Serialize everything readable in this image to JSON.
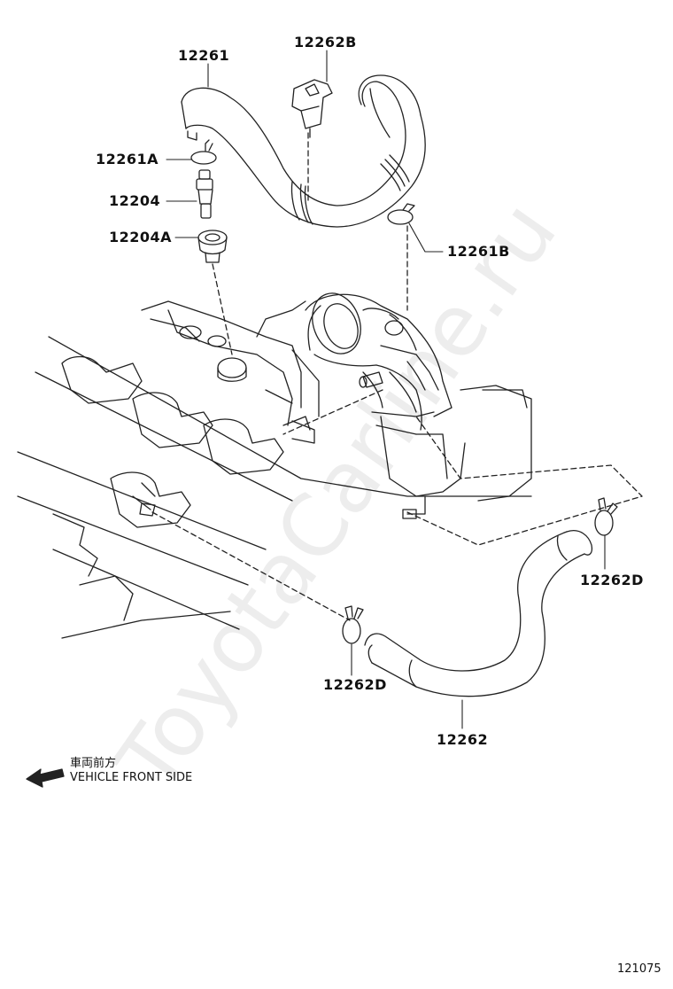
{
  "watermark": "ToyotaCarline.ru",
  "diagram_number": "121075",
  "direction_note": {
    "japanese": "車両前方",
    "english": "VEHICLE FRONT SIDE"
  },
  "part_labels": {
    "p12261": "12261",
    "p12262B": "12262B",
    "p12261A": "12261A",
    "p12204": "12204",
    "p12204A": "12204A",
    "p12261B": "12261B",
    "p12262D_right": "12262D",
    "p12262D_left": "12262D",
    "p12262": "12262"
  },
  "colors": {
    "line": "#222222",
    "background": "#ffffff"
  }
}
